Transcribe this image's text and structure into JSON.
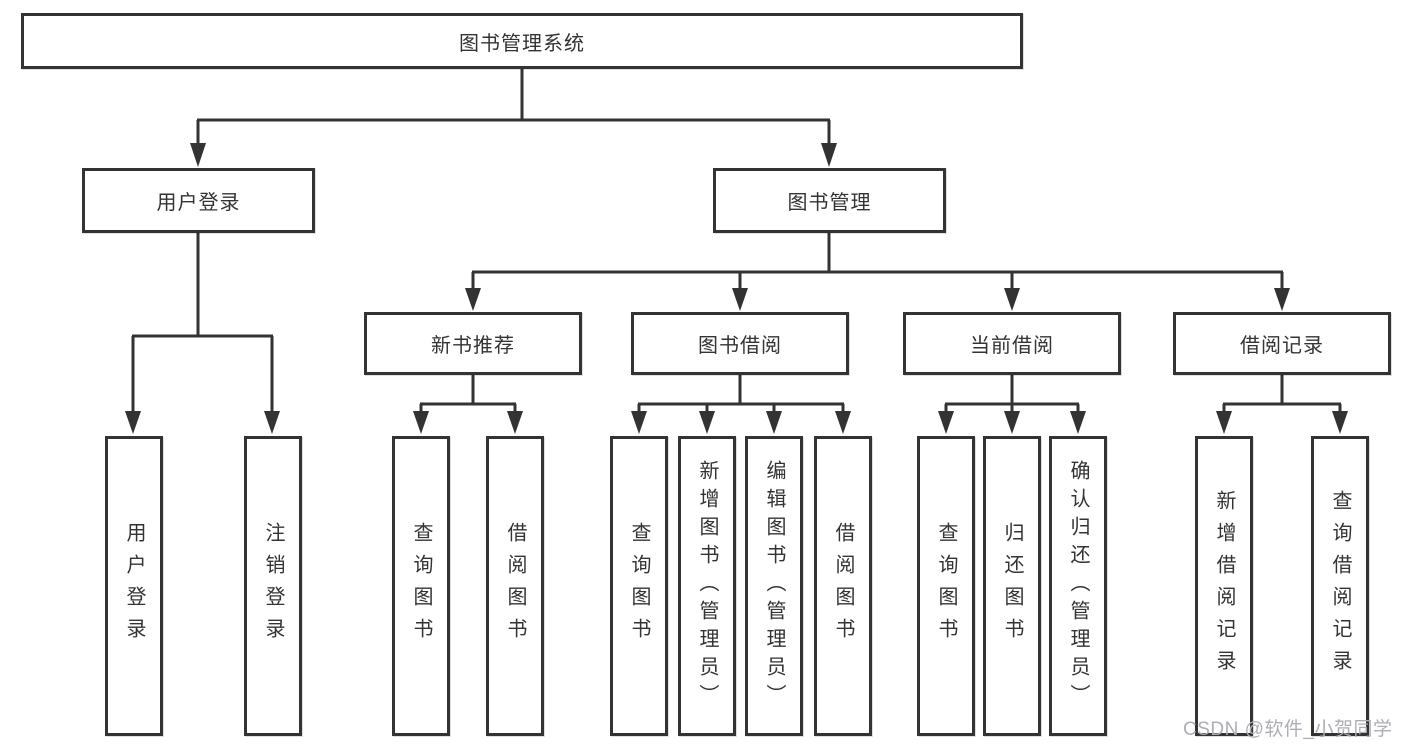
{
  "diagram": {
    "root": {
      "label": "图书管理系统",
      "children": [
        {
          "label": "用户登录",
          "children": [
            {
              "label": "用户登录"
            },
            {
              "label": "注销登录"
            }
          ]
        },
        {
          "label": "图书管理",
          "children": [
            {
              "label": "新书推荐",
              "children": [
                {
                  "label": "查询图书"
                },
                {
                  "label": "借阅图书"
                }
              ]
            },
            {
              "label": "图书借阅",
              "children": [
                {
                  "label": "查询图书"
                },
                {
                  "label": "新增图书（管理员）"
                },
                {
                  "label": "编辑图书（管理员）"
                },
                {
                  "label": "借阅图书"
                }
              ]
            },
            {
              "label": "当前借阅",
              "children": [
                {
                  "label": "查询图书"
                },
                {
                  "label": "归还图书"
                },
                {
                  "label": "确认归还（管理员）"
                }
              ]
            },
            {
              "label": "借阅记录",
              "children": [
                {
                  "label": "新增借阅记录"
                },
                {
                  "label": "查询借阅记录"
                }
              ]
            }
          ]
        }
      ]
    }
  },
  "watermark": {
    "text": "CSDN @软件_小贺同学"
  },
  "colors": {
    "line": "#333333",
    "box_border": "#333333",
    "text": "#333333",
    "background": "#ffffff",
    "watermark": "#aeadb6"
  }
}
